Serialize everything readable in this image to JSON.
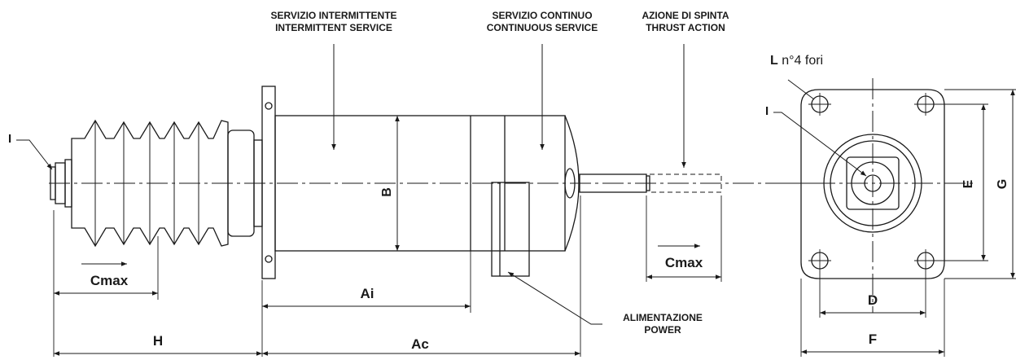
{
  "callouts": {
    "intermittent": {
      "it": "SERVIZIO INTERMITTENTE",
      "en": "INTERMITTENT SERVICE"
    },
    "continuous": {
      "it": "SERVIZIO CONTINUO",
      "en": "CONTINUOUS SERVICE"
    },
    "thrust": {
      "it": "AZIONE DI SPINTA",
      "en": "THRUST ACTION"
    },
    "power": {
      "it": "ALIMENTAZIONE",
      "en": "POWER"
    }
  },
  "dimensions": {
    "cmax_left": "Cmax",
    "cmax_right": "Cmax",
    "h": "H",
    "ai": "Ai",
    "ac": "Ac",
    "b": "B",
    "d": "D",
    "f": "F",
    "e": "E",
    "g": "G"
  },
  "holes": {
    "letter": "L",
    "text": "n°4 fori"
  },
  "marks": {
    "i_left": "I",
    "i_right": "I"
  },
  "colors": {
    "line": "#1a1a1a",
    "background": "#ffffff"
  }
}
